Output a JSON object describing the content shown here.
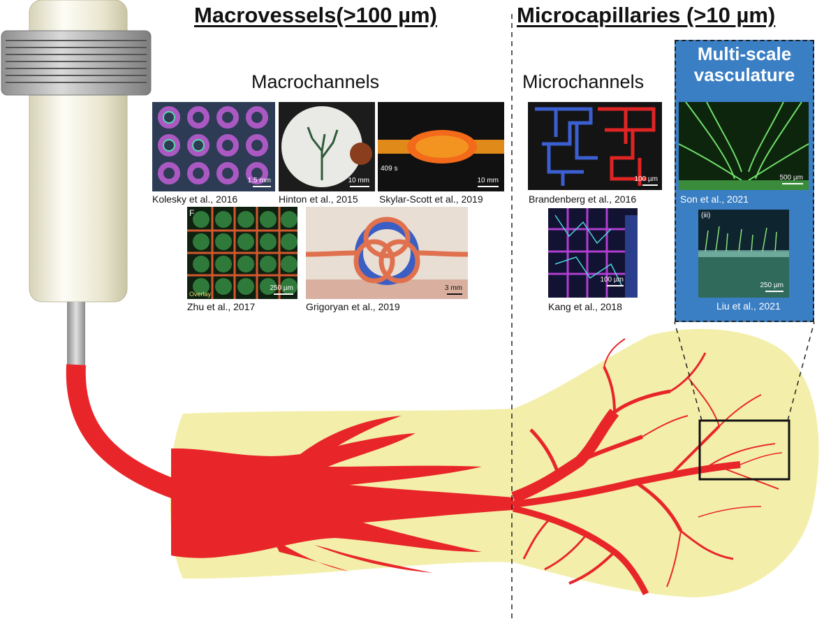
{
  "headings": {
    "macrovessels": "Macrovessels(>100 µm)",
    "microcapillaries": "Microcapillaries (>10 µm)"
  },
  "subheadings": {
    "macrochannels": "Macrochannels",
    "microchannels": "Microchannels",
    "multiscale_line1": "Multi-scale",
    "multiscale_line2": "vasculature"
  },
  "panels": [
    {
      "id": "kolesky",
      "caption": "Kolesky et al., 2016",
      "scale": "1.5 mm"
    },
    {
      "id": "hinton",
      "caption": "Hinton et al., 2015",
      "scale": "10 mm"
    },
    {
      "id": "skylar",
      "caption": "Skylar-Scott et al., 2019",
      "scale": "10 mm",
      "time": "409 s"
    },
    {
      "id": "zhu",
      "caption": "Zhu et al., 2017",
      "scale": "250 µm",
      "tag": "Overlay",
      "letter": "F"
    },
    {
      "id": "grigoryan",
      "caption": "Grigoryan et al., 2019",
      "scale": "3 mm"
    },
    {
      "id": "brandenberg",
      "caption": "Brandenberg et al., 2016",
      "scale": "100 µm"
    },
    {
      "id": "kang",
      "caption": "Kang et al., 2018",
      "scale": "100 µm"
    },
    {
      "id": "son",
      "caption": "Son et al., 2021",
      "scale": "500 µm"
    },
    {
      "id": "liu",
      "caption": "Liu et al., 2021",
      "scale": "250 µm",
      "tag": "(iii)"
    }
  ],
  "colors": {
    "vessel_red": "#e8262a",
    "tissue_yellow": "#f3efaa",
    "accent_blue": "#3a7ec4"
  }
}
